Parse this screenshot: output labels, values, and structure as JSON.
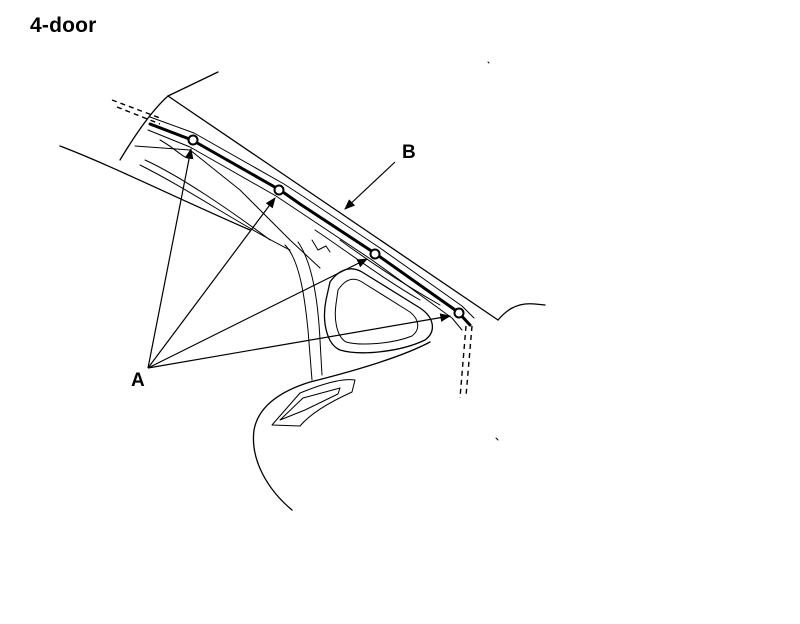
{
  "title": "4-door",
  "callouts": {
    "a": "A",
    "b": "B"
  }
}
